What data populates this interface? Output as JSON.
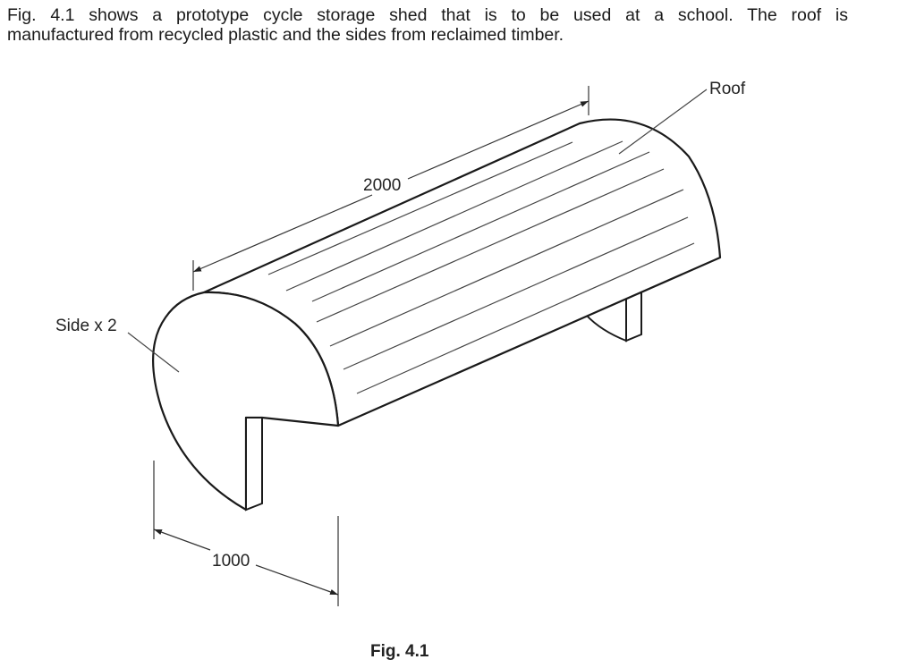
{
  "question": {
    "intro_line1": "Fig. 4.1 shows a prototype cycle storage shed that is to be used at a school. The roof is",
    "intro_line2": "manufactured from recycled plastic and the sides from reclaimed timber."
  },
  "figure": {
    "caption": "Fig. 4.1",
    "labels": {
      "roof": "Roof",
      "side": "Side x 2"
    },
    "dimensions": {
      "length": "2000",
      "width": "1000"
    },
    "line_color": "#1a1a1a",
    "thin_line_color": "#444444"
  }
}
